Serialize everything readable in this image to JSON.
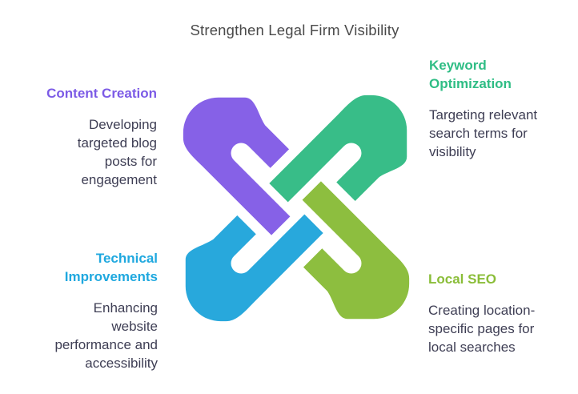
{
  "title": "Strengthen Legal Firm Visibility",
  "title_color": "#4a4a4a",
  "body_text_color": "#3e3e54",
  "sections": [
    {
      "id": "content-creation",
      "heading": "Content Creation",
      "body": "Developing targeted blog posts for engagement",
      "color": "#7c5be6",
      "position": "top-left",
      "text_align": "right"
    },
    {
      "id": "keyword-optimization",
      "heading": "Keyword Optimization",
      "body": "Targeting relevant search terms for visibility",
      "color": "#2fbd85",
      "position": "top-right",
      "text_align": "left"
    },
    {
      "id": "technical-improvements",
      "heading": "Technical Improvements",
      "body": "Enhancing website performance and accessibility",
      "color": "#1fa8df",
      "position": "bottom-left",
      "text_align": "right"
    },
    {
      "id": "local-seo",
      "heading": "Local SEO",
      "body": "Creating location-specific pages for local searches",
      "color": "#8abd38",
      "position": "bottom-right",
      "text_align": "left"
    }
  ],
  "knot": {
    "description": "Four interlocking rounded ribbons (celtic-style knot), one per section",
    "purple": "#8661e7",
    "green": "#38bd88",
    "lime": "#8dbe3f",
    "blue": "#28a8dc",
    "background": "#ffffff"
  }
}
